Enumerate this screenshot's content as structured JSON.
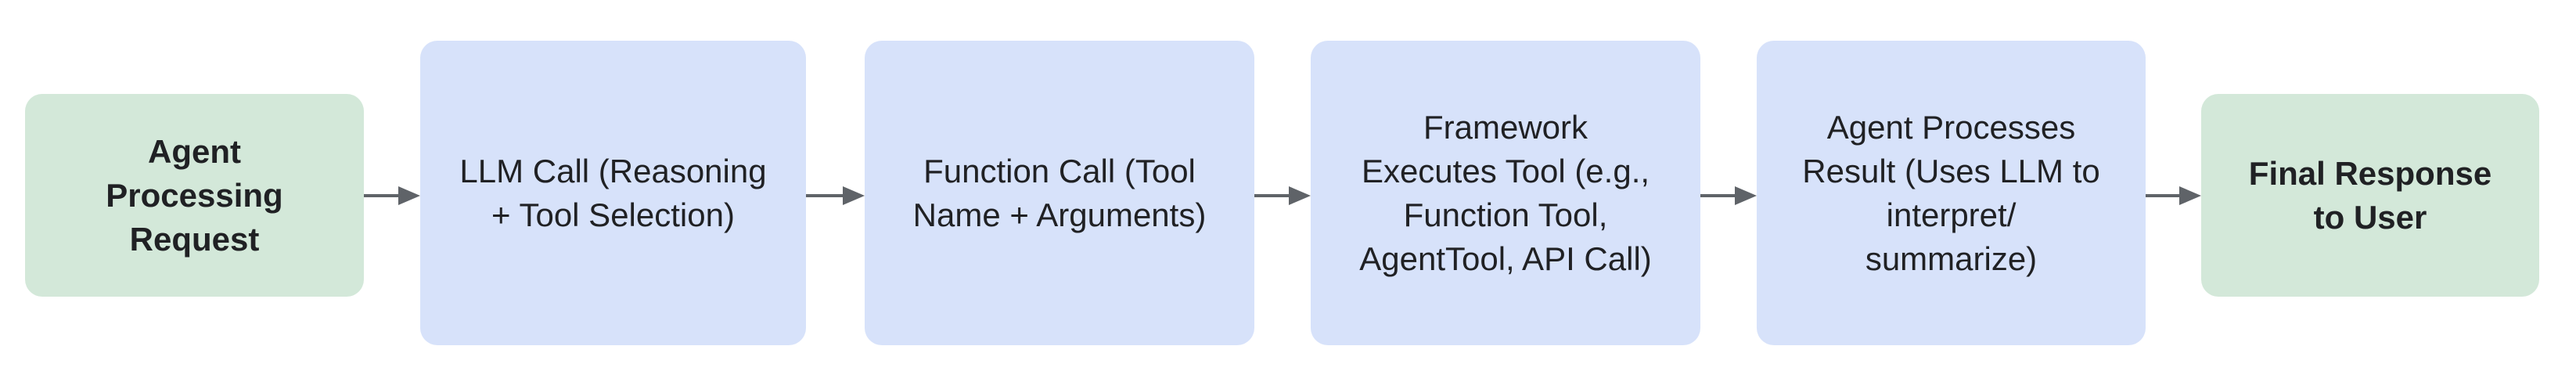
{
  "colors": {
    "background": "#ffffff",
    "start_end_fill": "#d3e8d9",
    "process_fill": "#d7e2fa",
    "text": "#202124",
    "arrow": "#5f6368"
  },
  "flow": {
    "nodes": [
      {
        "label": "Agent\nProcessing\nRequest"
      },
      {
        "label": "LLM Call (Reasoning\n+ Tool Selection)"
      },
      {
        "label": "Function Call (Tool\nName + Arguments)"
      },
      {
        "label": "Framework\nExecutes Tool (e.g.,\nFunction Tool,\nAgentTool, API Call)"
      },
      {
        "label": "Agent Processes\nResult (Uses LLM to\ninterpret/\nsummarize)"
      },
      {
        "label": "Final Response\nto User"
      }
    ]
  }
}
